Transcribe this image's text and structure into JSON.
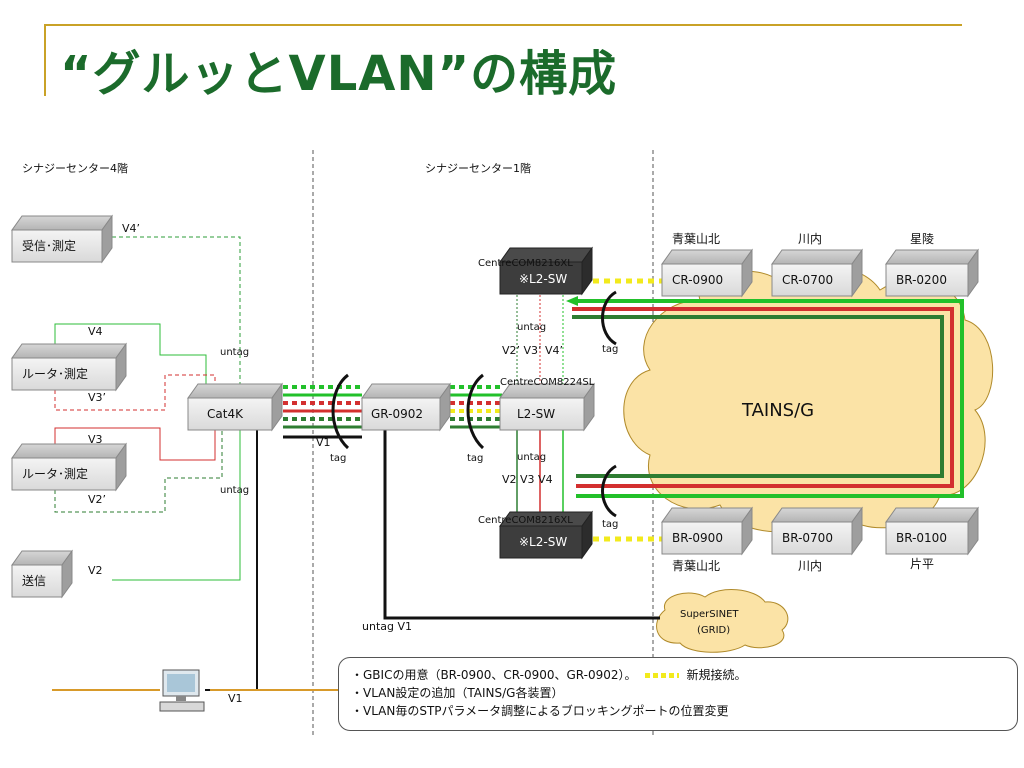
{
  "title": "“グルッとVLAN”の構成",
  "sections": {
    "floor4": "シナジーセンター4階",
    "floor1": "シナジーセンター1階"
  },
  "left_devices": {
    "recv_measure": "受信･測定",
    "router_measure_1": "ルータ･測定",
    "router_measure_2": "ルータ･測定",
    "send": "送信",
    "cat4k": "Cat4K"
  },
  "center_devices": {
    "gr0902": "GR-0902",
    "top_sw_model": "CentreCOM8216XL",
    "top_sw_name": "※L2-SW",
    "mid_sw_model": "CentreCOM8224SL",
    "mid_sw_name": "L2-SW",
    "bot_sw_model": "CentreCOM8216XL",
    "bot_sw_name": "※L2-SW"
  },
  "top_sites": [
    {
      "place": "青葉山北",
      "device": "CR-0900"
    },
    {
      "place": "川内",
      "device": "CR-0700"
    },
    {
      "place": "星陵",
      "device": "BR-0200"
    }
  ],
  "bottom_sites": [
    {
      "place": "青葉山北",
      "device": "BR-0900"
    },
    {
      "place": "川内",
      "device": "BR-0700"
    },
    {
      "place": "片平",
      "device": "BR-0100"
    }
  ],
  "clouds": {
    "tains": "TAINS/G",
    "supersinet_1": "SuperSINET",
    "supersinet_2": "(GRID)"
  },
  "link_labels": {
    "v4_prime": "V4’",
    "v4": "V4",
    "v3_prime": "V3’",
    "v3": "V3",
    "v2_prime": "V2’",
    "v2": "V2",
    "untag_upper": "untag",
    "untag_lower": "untag",
    "v1_cat": "V1",
    "tag_cat": "tag",
    "tag_gr": "tag",
    "untag_top_sw": "untag",
    "v_primes_top": "V2’ V3’ V4’",
    "tag_top_right": "tag",
    "untag_mid_sw": "untag",
    "v_mid": "V2  V3  V4",
    "tag_bottom_right": "tag",
    "untag_v1_bottom": "untag  V1",
    "v1_pc": "V1"
  },
  "notes": {
    "line1_a": "・GBICの用意（BR-0900、CR-0900、GR-0902）。",
    "line1_b": "新規接続。",
    "line2": "・VLAN設定の追加（TAINS/G各装置）",
    "line3": "・VLAN毎のSTPパラメータ調整によるブロッキングポートの位置変更"
  },
  "colors": {
    "title": "#1b6b2b",
    "rule": "#c9a227",
    "vlan_v2": "#2e7d32",
    "vlan_v3": "#d32f2f",
    "vlan_v4": "#22c02a",
    "vlan_v1": "#000000",
    "new_link": "#f2ea1c",
    "cloud_fill": "#fbe3a6"
  }
}
